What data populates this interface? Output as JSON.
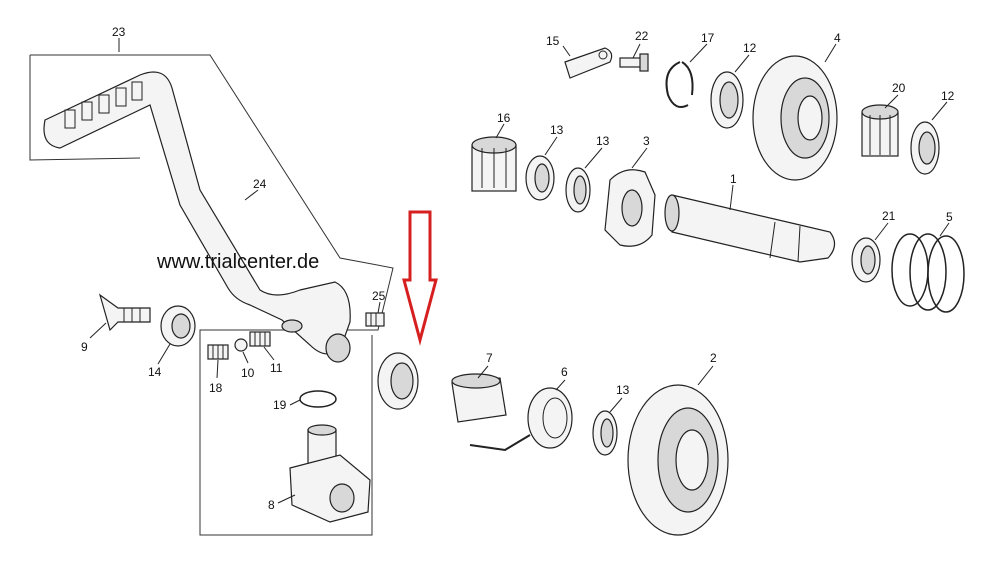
{
  "watermark": "www.trialcenter.de",
  "labels": {
    "l1": "1",
    "l2": "2",
    "l3": "3",
    "l4": "4",
    "l5": "5",
    "l6": "6",
    "l7": "7",
    "l8": "8",
    "l9": "9",
    "l10": "10",
    "l11": "11",
    "l12a": "12",
    "l12b": "12",
    "l13a": "13",
    "l13b": "13",
    "l13c": "13",
    "l14": "14",
    "l15": "15",
    "l16": "16",
    "l17": "17",
    "l18": "18",
    "l19": "19",
    "l20": "20",
    "l21": "21",
    "l22": "22",
    "l23": "23",
    "l24": "24",
    "l25": "25"
  },
  "colors": {
    "arrow": "#d62020",
    "line": "#222222"
  }
}
